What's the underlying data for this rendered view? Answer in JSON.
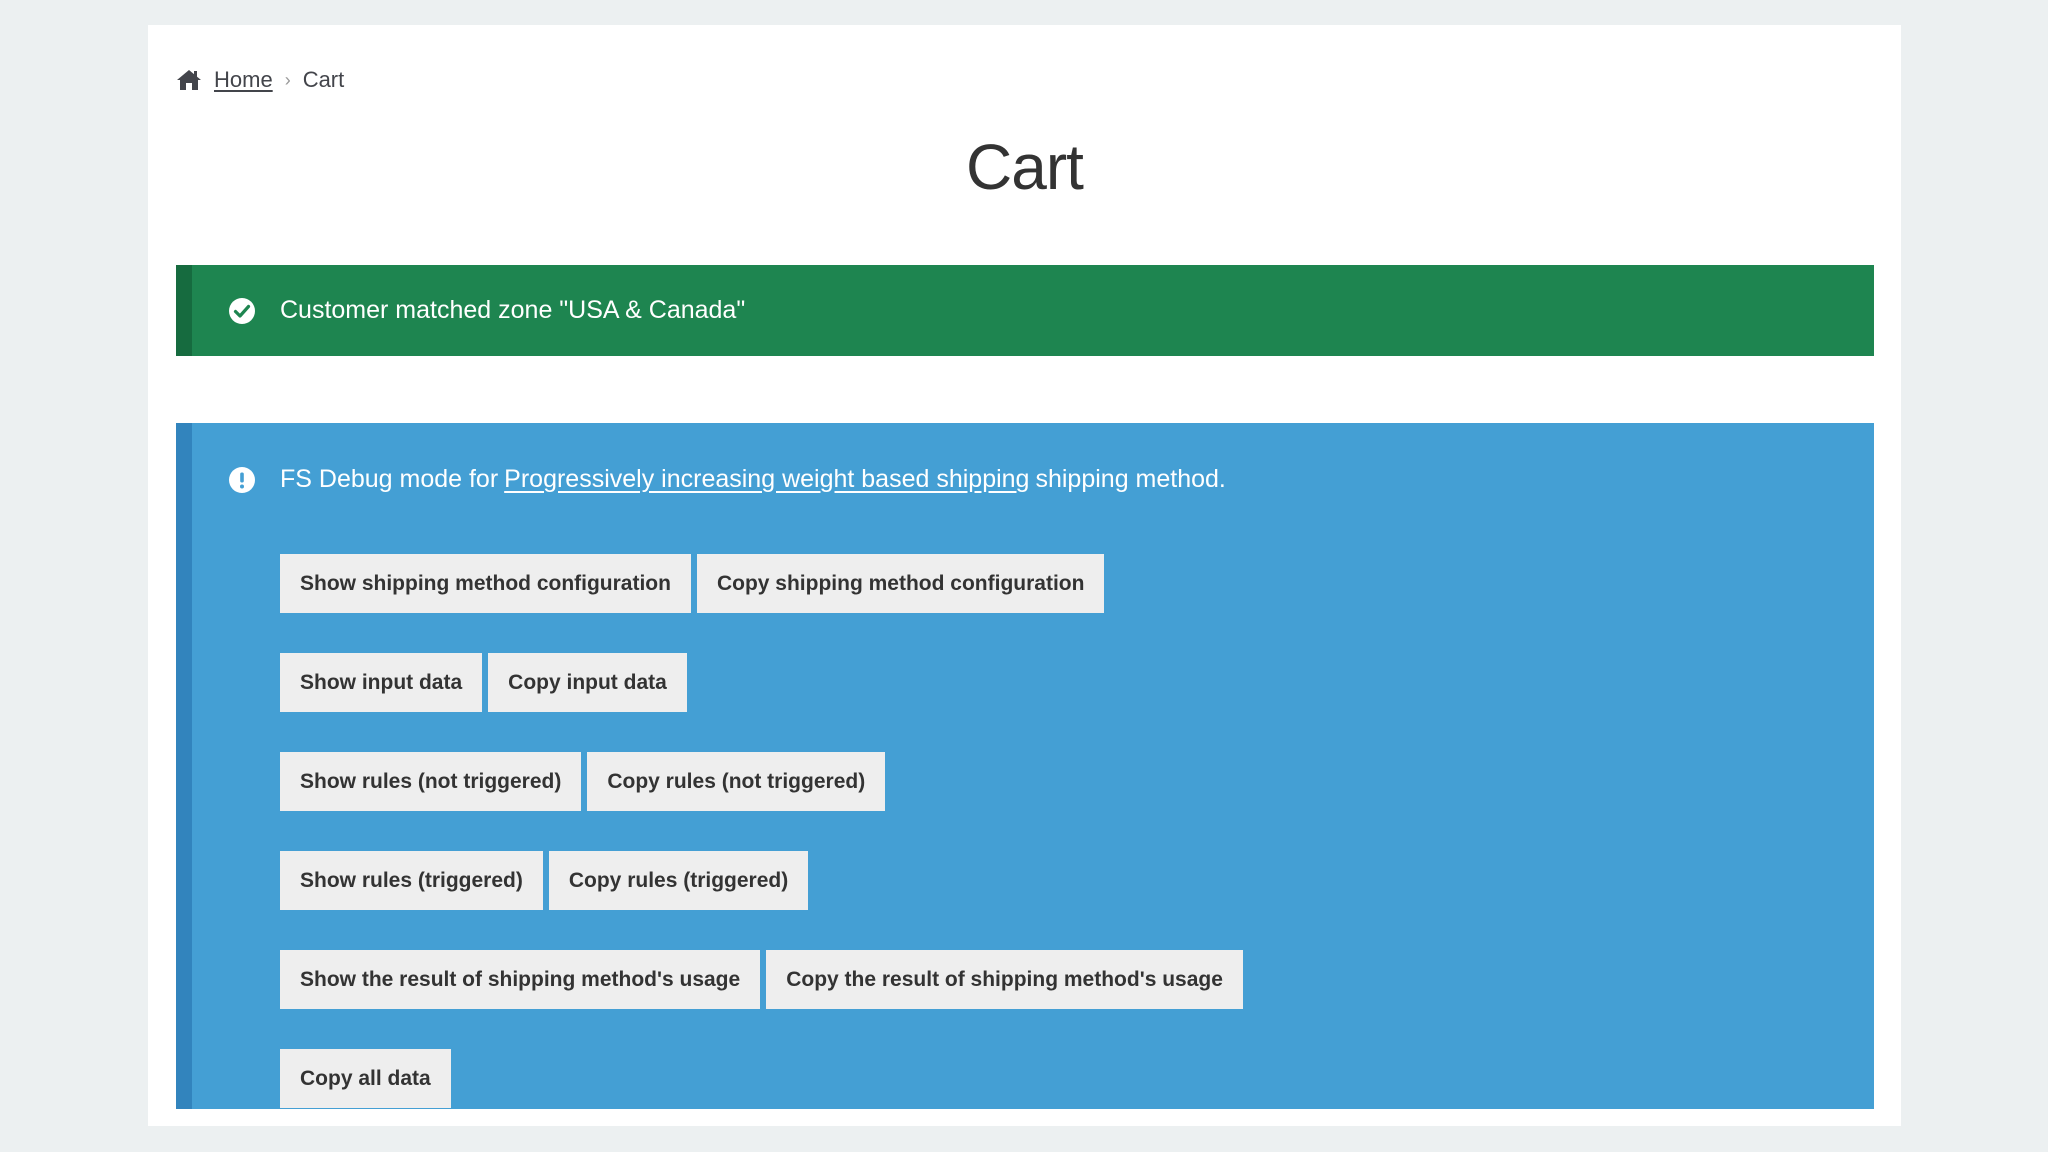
{
  "breadcrumb": {
    "home_label": "Home",
    "separator": "›",
    "current": "Cart"
  },
  "page": {
    "title": "Cart"
  },
  "success_notice": {
    "icon": "check-circle-icon",
    "text": "Customer matched zone \"USA & Canada\""
  },
  "debug_notice": {
    "icon": "exclamation-circle-icon",
    "prefix": "FS Debug mode for",
    "link_text": "Progressively increasing weight based shipping",
    "suffix": "shipping method.",
    "button_rows": [
      [
        "Show shipping method configuration",
        "Copy shipping method configuration"
      ],
      [
        "Show input data",
        "Copy input data"
      ],
      [
        "Show rules (not triggered)",
        "Copy rules (not triggered)"
      ],
      [
        "Show rules (triggered)",
        "Copy rules (triggered)"
      ],
      [
        "Show the result of shipping method's usage",
        "Copy the result of shipping method's usage"
      ],
      [
        "Copy all data"
      ]
    ]
  },
  "colors": {
    "success_bg": "#1e8550",
    "info_bg": "#449fd4",
    "page_bg": "#ecf0f1"
  }
}
